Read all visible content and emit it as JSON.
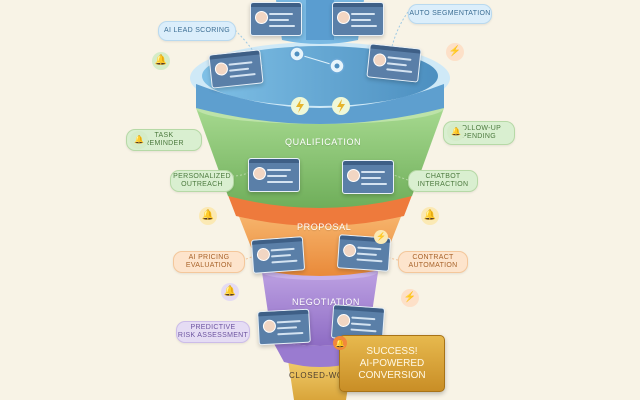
{
  "pills": {
    "ai_lead_scoring": "AI LEAD SCORING",
    "auto_segmentation": "AUTO SEGMENTATION",
    "task_reminder": "TASK\nREMINDER",
    "followup_pending": "FOLLOW-UP\nPENDING",
    "personalized_outreach": "PERSONALIZED\nOUTREACH",
    "chatbot_interaction": "CHATBOT\nINTERACTION",
    "ai_pricing": "AI PRICING\nEVALUATION",
    "contract_automation": "CONTRACT\nAUTOMATION",
    "predictive_risk": "PREDICTIVE\nRISK ASSESSMENT"
  },
  "stages": {
    "qualification": "QUALIFICATION",
    "proposal": "PROPOSAL",
    "negotiation": "NEGOTIATION",
    "closed_won": "CLOSED-WON"
  },
  "success_text": "SUCCESS!\nAI-POWERED\nCONVERSION",
  "colors": {
    "blue": "#6fb3da",
    "green": "#8cc97a",
    "orange": "#f4a35a",
    "purple": "#a987d6",
    "gold": "#e0ac3f",
    "background": "#f8f3e6"
  },
  "icons": {
    "bell": "bell-icon",
    "bolt": "lightning-icon",
    "network": "network-icon"
  }
}
